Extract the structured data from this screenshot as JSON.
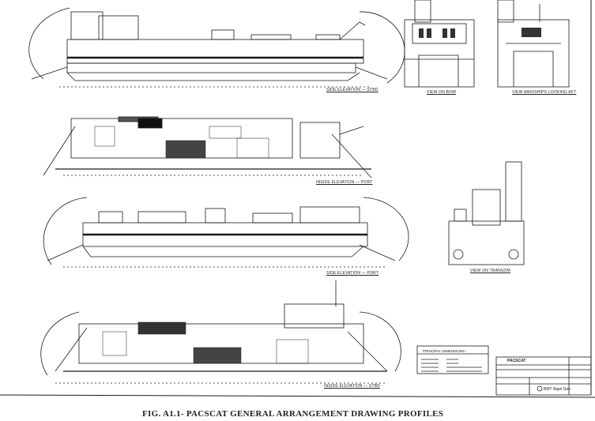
{
  "caption": "FIG. A1.1- PACSCAT GENERAL ARRANGEMENT DRAWING PROFILES",
  "views": {
    "side_stbd": "SIDE ELEVATION — STBD",
    "inside_port": "INSIDE ELEVATION — PORT",
    "side_port": "SIDE ELEVATION — PORT",
    "inside_stbd": "INSIDE ELEVATION — STBD",
    "bow": "VIEW ON BOW",
    "amidships": "VIEW AMIDSHIPS LOOKING AFT",
    "transom": "VIEW ON TRANSOM"
  },
  "principal_dimensions": {
    "title": "PRINCIPAL DIMENSIONS:-"
  },
  "title_block": {
    "project": "PACSCAT",
    "company": "BMT Nigel Gee"
  },
  "colors": {
    "ink": "#1a1a1a",
    "paper": "#ffffff"
  }
}
